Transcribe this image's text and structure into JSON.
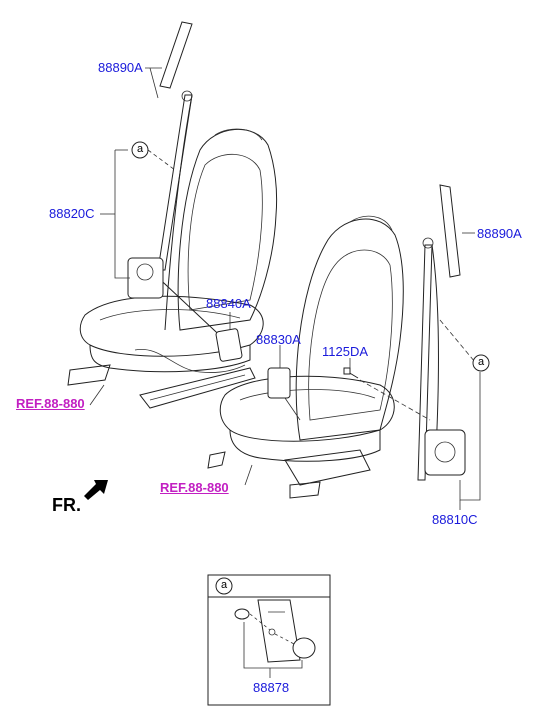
{
  "labels": {
    "upper_anchor_left": "88890A",
    "retractor_left": "88820C",
    "buckle_left": "88840A",
    "buckle_right": "88830A",
    "bolt": "1125DA",
    "upper_anchor_right": "88890A",
    "retractor_right": "88810C",
    "detail_part": "88878"
  },
  "references": {
    "ref_left": "REF.88-880",
    "ref_right": "REF.88-880"
  },
  "direction": {
    "front_label": "FR."
  },
  "callouts": {
    "left_marker": "a",
    "right_marker": "a",
    "detail_marker": "a"
  },
  "colors": {
    "part_label": "#1a1adb",
    "reference_label": "#c21fc2",
    "line_art": "#222222"
  }
}
